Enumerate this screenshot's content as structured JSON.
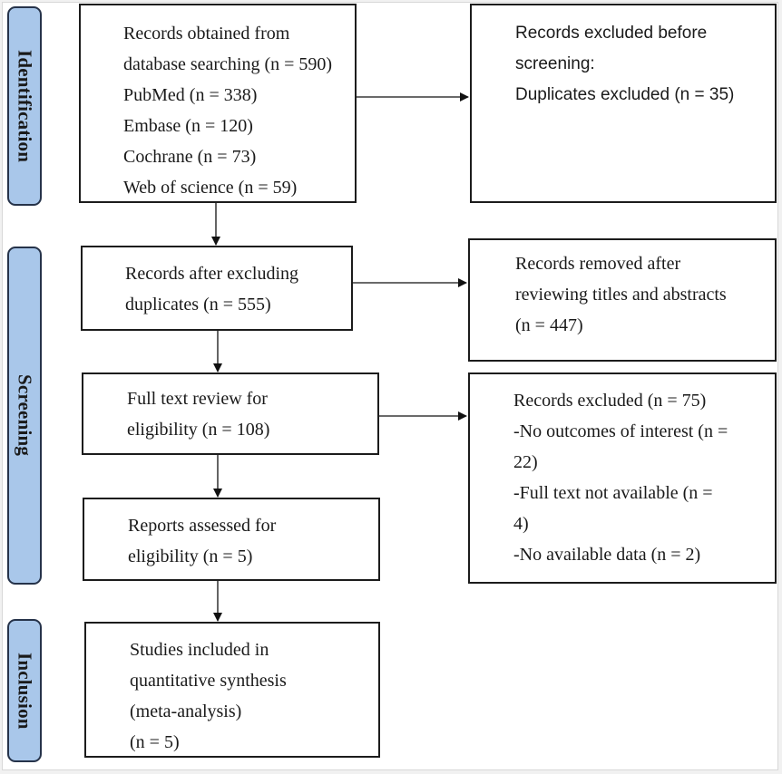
{
  "stages": {
    "identification": "Identification",
    "screening": "Screening",
    "inclusion": "Inclusion"
  },
  "boxes": {
    "records_obtained": [
      "Records obtained from",
      "database searching (n = 590)",
      "PubMed (n = 338)",
      "Embase (n = 120)",
      "Cochrane (n = 73)",
      "Web of science (n = 59)"
    ],
    "excluded_before_screening": [
      "Records excluded before",
      "screening:",
      "Duplicates excluded (n = 35)"
    ],
    "after_excluding_duplicates": [
      "Records after excluding",
      "duplicates (n = 555)"
    ],
    "removed_after_review": [
      "Records removed after",
      "reviewing titles and abstracts",
      "(n = 447)"
    ],
    "full_text_review": [
      "Full text review for",
      "eligibility (n = 108)"
    ],
    "records_excluded": [
      "Records excluded (n = 75)",
      "-No outcomes of interest (n =",
      "22)",
      "-Full text not available (n =",
      "4)",
      "-No available data (n = 2)"
    ],
    "reports_assessed": [
      "Reports assessed for",
      "eligibility (n = 5)"
    ],
    "studies_included": [
      "Studies included in",
      "quantitative synthesis",
      "(meta-analysis)",
      "(n = 5)"
    ]
  },
  "colors": {
    "stage_fill": "#a9c7ea",
    "stage_border": "#26334a",
    "box_border": "#1c1c1c",
    "arrow": "#111111"
  }
}
